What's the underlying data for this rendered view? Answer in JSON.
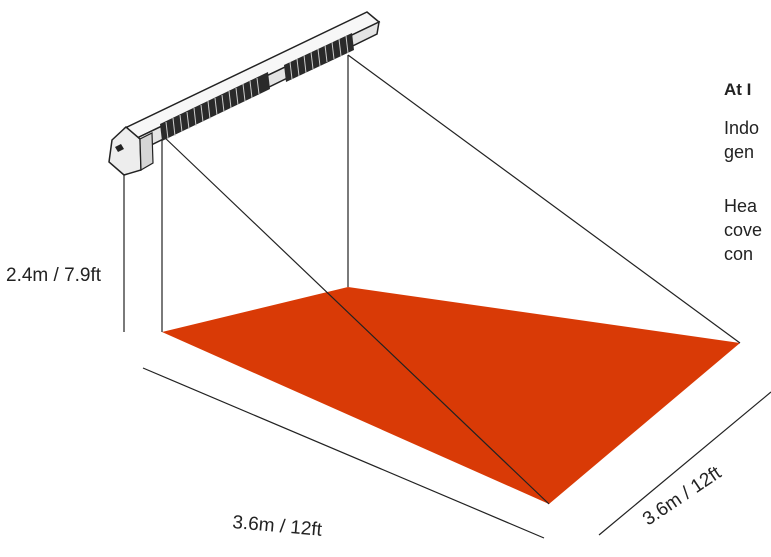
{
  "diagram": {
    "height_label": "2.4m / 7.9ft",
    "width_label": "3.6m / 12ft",
    "depth_label": "3.6m / 12ft",
    "heat_zone_color": "#d93a06",
    "line_color": "#222222",
    "heater_icon": "wall-mounted-heater-icon"
  },
  "side_text": {
    "heading": "At I",
    "paragraph1_lines": [
      "Indo",
      "gen"
    ],
    "paragraph2_lines": [
      "Hea",
      "cove",
      "con"
    ]
  }
}
